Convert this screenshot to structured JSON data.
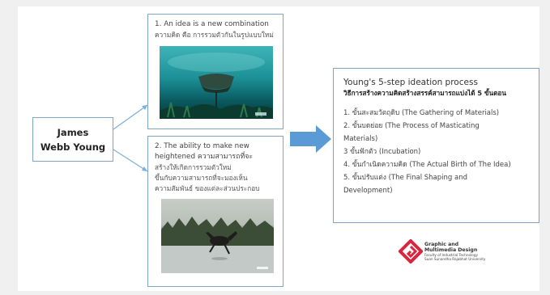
{
  "person": {
    "line1": "James",
    "line2": "Webb Young"
  },
  "idea1": {
    "title": "1. An idea is a new combination",
    "thai": "ความคิด คือ การรวมตัวกันในรูปแบบใหม่"
  },
  "idea2": {
    "line1": "2. The ability to make new",
    "line2": "heightened ความสามารถที่จะ",
    "line3": "สร้างให้เกิดการรวมตัวใหม่",
    "line4": "ขึ้นกับความสามารถที่จะมองเห็น",
    "line5": "ความสัมพันธ์ ของแต่ละส่วนประกอบ"
  },
  "process": {
    "title": "Young's 5-step ideation process",
    "subtitle": "วิธีการสร้างความคิดสร้างสรรค์สามารถแบ่งได้ 5 ขั้นตอน",
    "steps": [
      "1. ขั้นสะสมวัตถุดิบ (The Gathering of Materials)",
      "2. ขั้นบดย่อย (The Process of Masticating",
      "Materials)",
      "3 ขั้นฟักตัว (Incubation)",
      "4. ขั้นกำเนิดความคิด (The Actual Birth of The Idea)",
      "5. ขั้นปรับแต่ง (The Final Shaping and",
      "Development)"
    ]
  },
  "logo": {
    "line1": "Graphic and",
    "line2": "Multimedia Design",
    "line3": "Faculty of Industrial Technology",
    "line4": "Suan Sunandha Rajabhat University"
  },
  "colors": {
    "box_border": "#7fa6c9",
    "connector": "#7ab0dc",
    "big_arrow": "#5b9bd5",
    "logo_red": "#d7263d"
  }
}
